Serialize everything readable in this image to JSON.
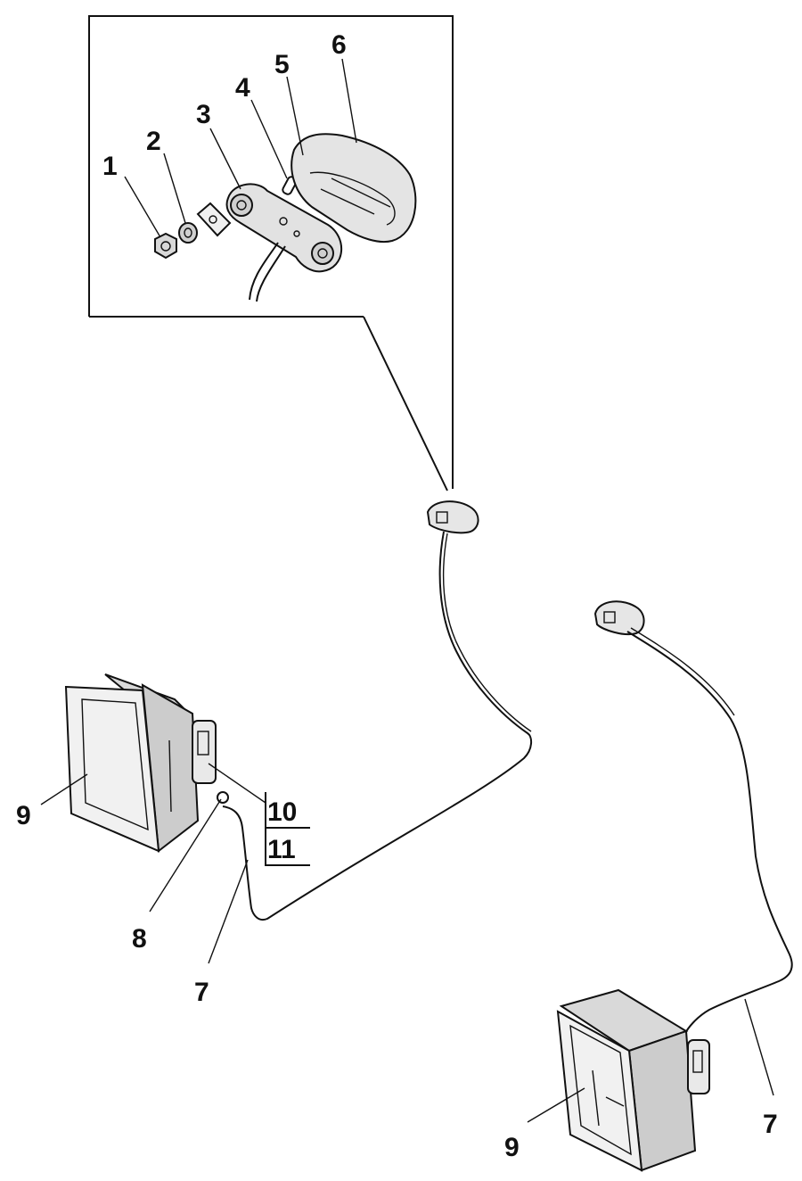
{
  "colors": {
    "ink": "#111111",
    "paper": "#ffffff",
    "part_fill": "#e9e9e9",
    "lens_fill": "#f3f3f3",
    "shadow_fill": "#bdbdbd"
  },
  "callouts": {
    "c1": "1",
    "c2": "2",
    "c3": "3",
    "c4": "4",
    "c5": "5",
    "c6": "6",
    "c7_left": "7",
    "c7_right": "7",
    "c8": "8",
    "c9_left": "9",
    "c9_right": "9",
    "c10": "10",
    "c11": "11"
  }
}
